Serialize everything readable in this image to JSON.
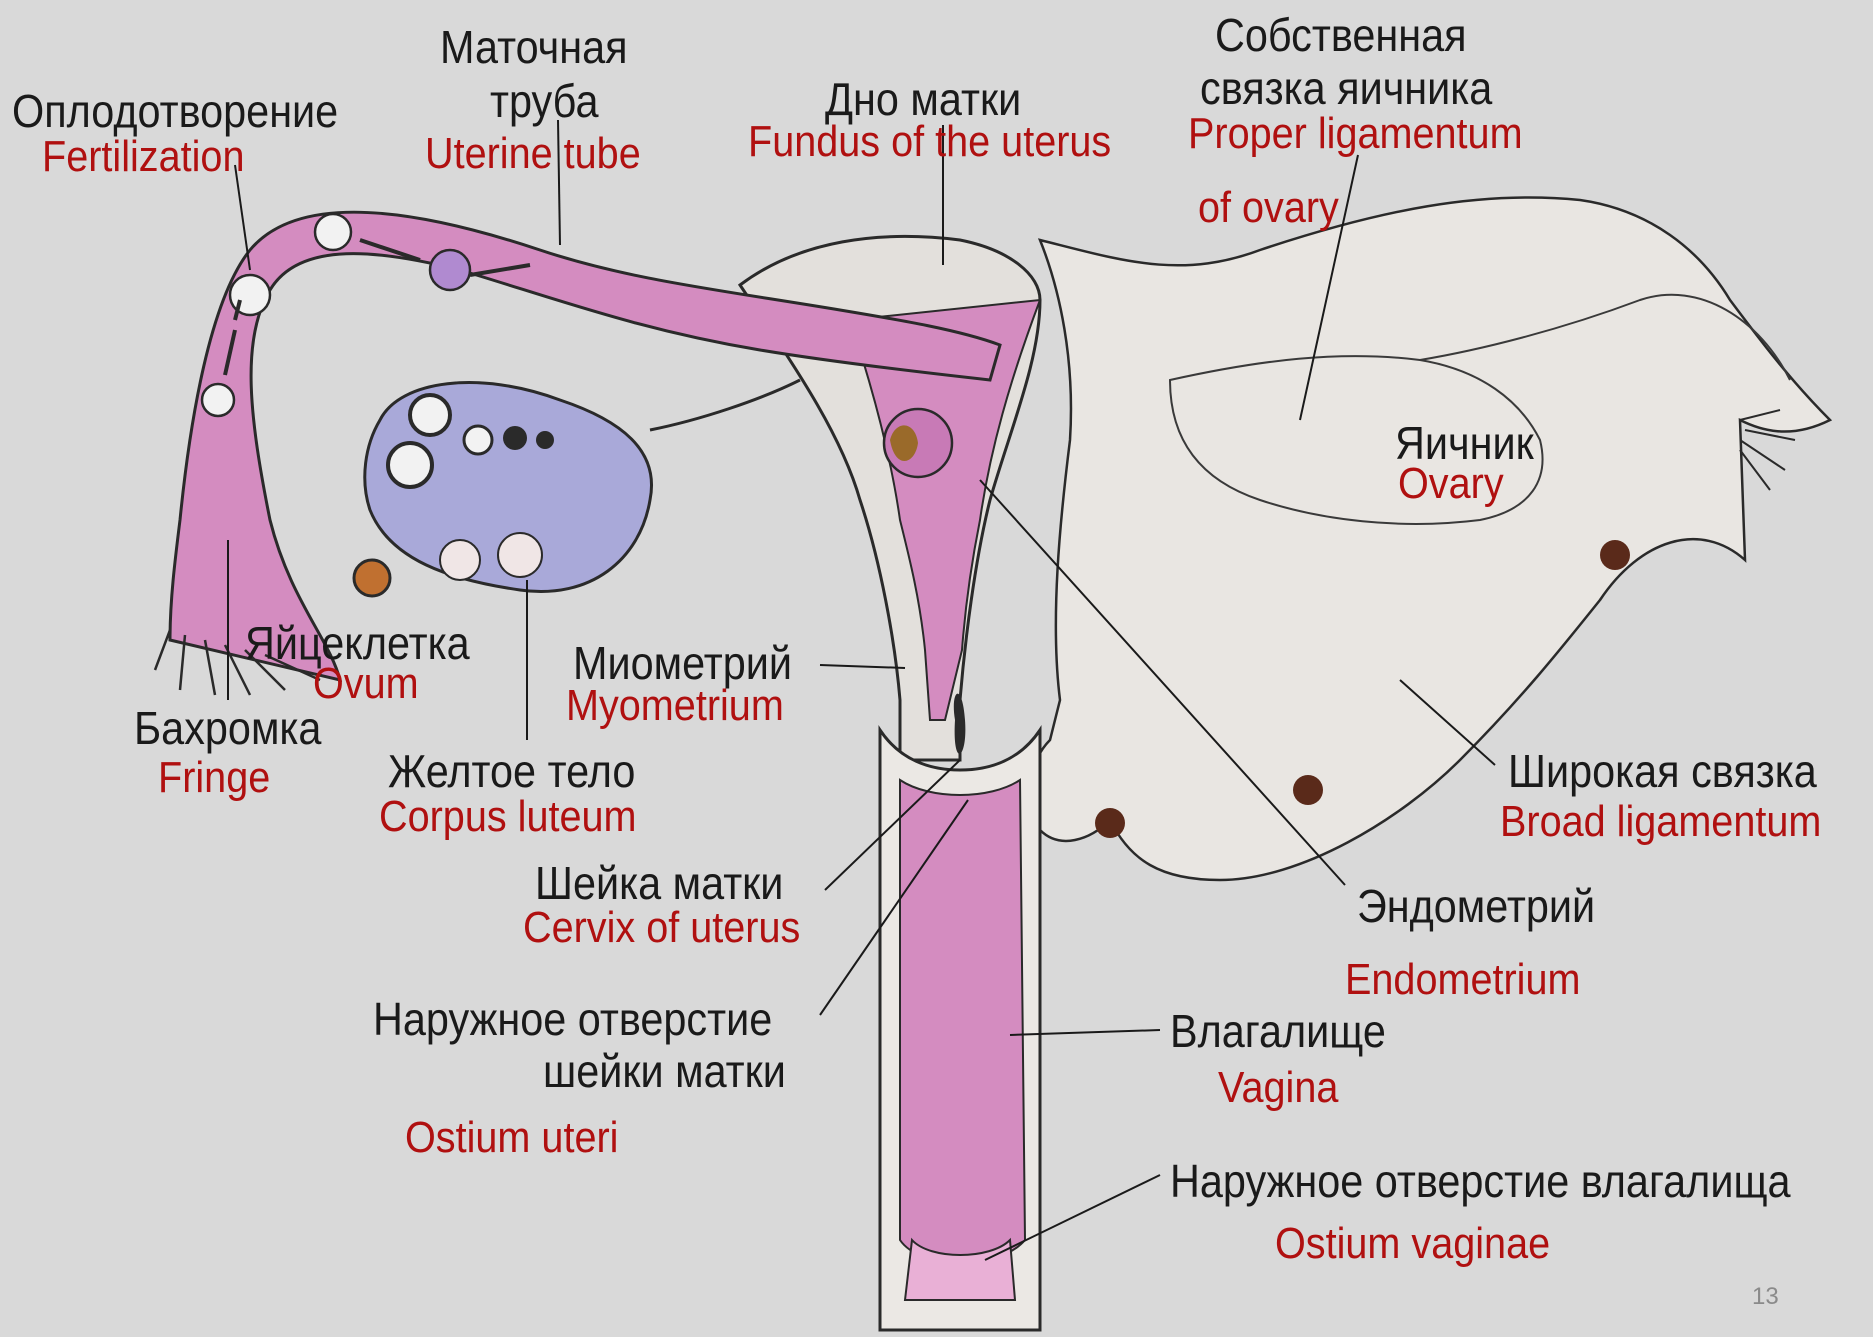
{
  "labels": {
    "fertilization_ru": "Оплодотворение",
    "fertilization_en": "Fertilization",
    "tube_ru_1": "Маточная",
    "tube_ru_2": "труба",
    "tube_en": "Uterine tube",
    "fundus_ru": "Дно матки",
    "fundus_en": "Fundus of the uterus",
    "proper_lig_ru_1": "Собственная",
    "proper_lig_ru_2": "связка яичника",
    "proper_lig_en_1": "Proper ligamentum",
    "proper_lig_en_2": "of ovary",
    "ovary_ru": "Яичник",
    "ovary_en": "Ovary",
    "ovum_ru": "Яйцеклетка",
    "ovum_en": "Ovum",
    "fringe_ru": "Бахромка",
    "fringe_en": "Fringe",
    "myometrium_ru": "Миометрий",
    "myometrium_en": "Myometrium",
    "corpus_ru": "Желтое тело",
    "corpus_en": "Corpus luteum",
    "cervix_ru": "Шейка матки",
    "cervix_en": "Cervix of uterus",
    "ostium_uteri_ru_1": "Наружное отверстие",
    "ostium_uteri_ru_2": "шейки матки",
    "ostium_uteri_en": "Ostium uteri",
    "broad_ru": "Широкая связка",
    "broad_en": "Broad ligamentum",
    "endometrium_ru": "Эндометрий",
    "endometrium_en": "Endometrium",
    "vagina_ru": "Влагалище",
    "vagina_en": "Vagina",
    "ostium_vag_ru": "Наружное отверстие влагалища",
    "ostium_vag_en": "Ostium vaginae"
  },
  "page_number": "13",
  "colors": {
    "background": "#d9d9d9",
    "tissue_pink": "#d98cc4",
    "ovary_blue": "#a9a9d9",
    "russian_text": "#1a1a1a",
    "english_text": "#b01010"
  }
}
